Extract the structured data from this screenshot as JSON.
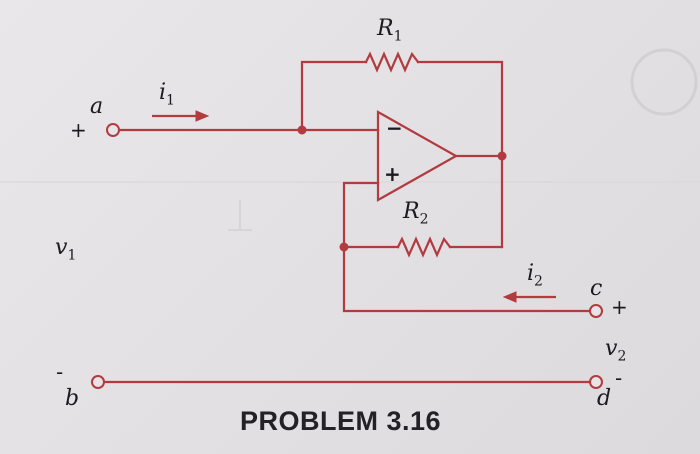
{
  "figure": {
    "caption": "PROBLEM 3.16",
    "labels": {
      "R1": "R",
      "R1_sub": "1",
      "R2": "R",
      "R2_sub": "2",
      "i1": "i",
      "i1_sub": "1",
      "i2": "i",
      "i2_sub": "2",
      "v1": "v",
      "v1_sub": "1",
      "v2": "v",
      "v2_sub": "2",
      "a": "a",
      "b": "b",
      "c": "c",
      "d": "d",
      "plus_a": "+",
      "minus_b": "-",
      "plus_c": "+",
      "minus_d": "-"
    },
    "opamp": {
      "inverting": "−",
      "noninverting": "+"
    }
  },
  "colors": {
    "wire": "#b33a3f",
    "text": "#1c1a1e",
    "background": "#e4e2e4"
  }
}
